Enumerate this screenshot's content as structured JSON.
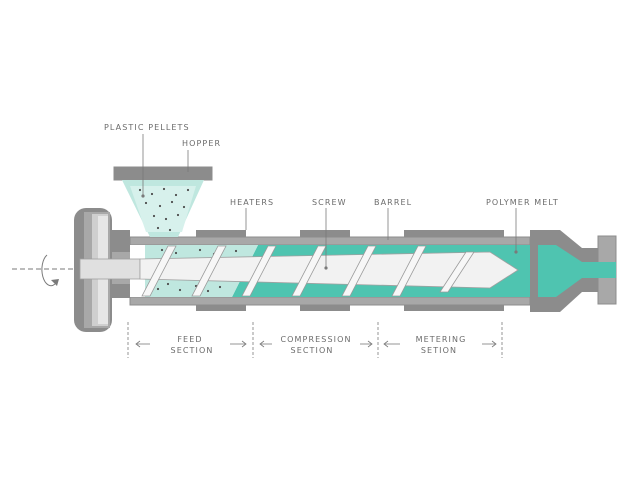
{
  "labels": {
    "plastic_pellets": "PLASTIC PELLETS",
    "hopper": "HOPPER",
    "heaters": "HEATERS",
    "screw": "SCREW",
    "barrel": "BARREL",
    "polymer_melt": "POLYMER MELT"
  },
  "sections": {
    "feed": [
      "FEED",
      "SECTION"
    ],
    "compression": [
      "COMPRESSION",
      "SECTION"
    ],
    "metering": [
      "METERING",
      "SETION"
    ]
  },
  "colors": {
    "melt": "#4fc4b0",
    "metal_dark": "#8c8c8c",
    "metal_mid": "#a8a8a8",
    "metal_light": "#d9d9d9",
    "screw": "#f2f2f2",
    "line": "#7a7a7a"
  }
}
